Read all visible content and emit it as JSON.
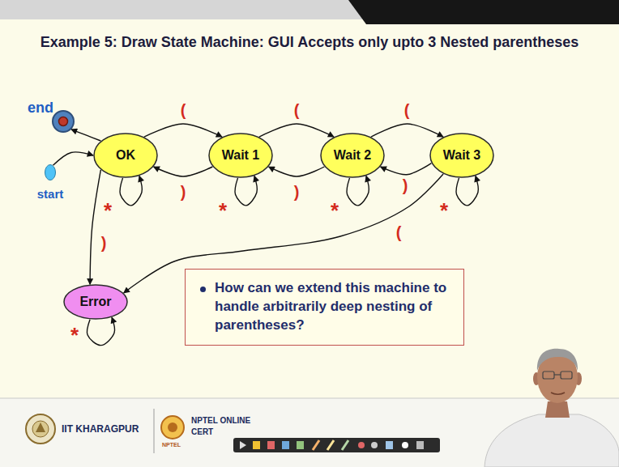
{
  "diagram": {
    "title": "Example 5: Draw State Machine: GUI Accepts only upto 3 Nested parentheses",
    "nodes": [
      {
        "text": [
          "end"
        ]
      },
      {
        "text": [
          "start"
        ]
      },
      {
        "text": [
          "OK"
        ]
      },
      {
        "text": [
          "Wait 1"
        ]
      },
      {
        "text": [
          "Wait 2"
        ]
      },
      {
        "text": [
          "Wait 3"
        ]
      },
      {
        "text": [
          "Error"
        ]
      },
      {
        "text": [
          "How can we extend this machine to handle arbitrarily deep nesting of parentheses?"
        ]
      }
    ],
    "edges": [
      {
        "from": 1,
        "to": 2,
        "arrow": "to"
      },
      {
        "from": 2,
        "to": 0,
        "arrow": "to"
      },
      {
        "from": 2,
        "to": 3,
        "label": "(",
        "arrow": "to"
      },
      {
        "from": 3,
        "to": 2,
        "label": ")",
        "arrow": "to"
      },
      {
        "from": 3,
        "to": 4,
        "label": "(",
        "arrow": "to"
      },
      {
        "from": 4,
        "to": 3,
        "label": ")",
        "arrow": "to"
      },
      {
        "from": 4,
        "to": 5,
        "label": "(",
        "arrow": "to"
      },
      {
        "from": 5,
        "to": 4,
        "label": ")",
        "arrow": "to"
      },
      {
        "from": 2,
        "to": 2,
        "label": "*",
        "arrow": "to"
      },
      {
        "from": 3,
        "to": 3,
        "label": "*",
        "arrow": "to"
      },
      {
        "from": 4,
        "to": 4,
        "label": "*",
        "arrow": "to"
      },
      {
        "from": 5,
        "to": 5,
        "label": "*",
        "arrow": "to"
      },
      {
        "from": 2,
        "to": 6,
        "label": ")",
        "arrow": "to"
      },
      {
        "from": 5,
        "to": 6,
        "label": "(",
        "arrow": "to"
      },
      {
        "from": 6,
        "to": 6,
        "label": "*",
        "arrow": "to"
      }
    ],
    "labels": [
      "IIT KHARAGPUR",
      "NPTEL ONLINE",
      "CERT",
      "NPTEL"
    ]
  }
}
